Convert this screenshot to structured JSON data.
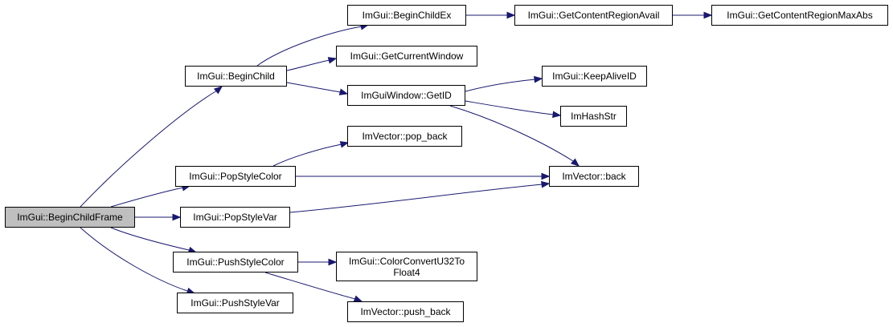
{
  "graph": {
    "root": "ImGui::BeginChildFrame",
    "nodes": {
      "begin_child": "ImGui::BeginChild",
      "pop_style_color": "ImGui::PopStyleColor",
      "pop_style_var": "ImGui::PopStyleVar",
      "push_style_color": "ImGui::PushStyleColor",
      "push_style_var": "ImGui::PushStyleVar",
      "begin_child_ex": "ImGui::BeginChildEx",
      "get_current_window": "ImGui::GetCurrentWindow",
      "get_id": "ImGuiWindow::GetID",
      "pop_back": "ImVector::pop_back",
      "color_convert": "ImGui::ColorConvertU32To\nFloat4",
      "push_back": "ImVector::push_back",
      "get_content_region_avail": "ImGui::GetContentRegionAvail",
      "keep_alive_id": "ImGui::KeepAliveID",
      "im_hash_str": "ImHashStr",
      "back": "ImVector::back",
      "get_content_region_max_abs": "ImGui::GetContentRegionMaxAbs"
    },
    "edges": [
      [
        "root",
        "begin_child"
      ],
      [
        "root",
        "pop_style_color"
      ],
      [
        "root",
        "pop_style_var"
      ],
      [
        "root",
        "push_style_color"
      ],
      [
        "root",
        "push_style_var"
      ],
      [
        "begin_child",
        "begin_child_ex"
      ],
      [
        "begin_child",
        "get_current_window"
      ],
      [
        "begin_child",
        "get_id"
      ],
      [
        "begin_child_ex",
        "get_content_region_avail"
      ],
      [
        "get_content_region_avail",
        "get_content_region_max_abs"
      ],
      [
        "get_id",
        "keep_alive_id"
      ],
      [
        "get_id",
        "im_hash_str"
      ],
      [
        "get_id",
        "back"
      ],
      [
        "pop_style_color",
        "pop_back"
      ],
      [
        "pop_style_color",
        "back"
      ],
      [
        "pop_style_var",
        "back"
      ],
      [
        "push_style_color",
        "color_convert"
      ],
      [
        "push_style_color",
        "push_back"
      ]
    ],
    "colors": {
      "edge": "#191970",
      "root_fill": "#bfbfbf",
      "node_fill": "#ffffff",
      "border": "#000000"
    }
  }
}
